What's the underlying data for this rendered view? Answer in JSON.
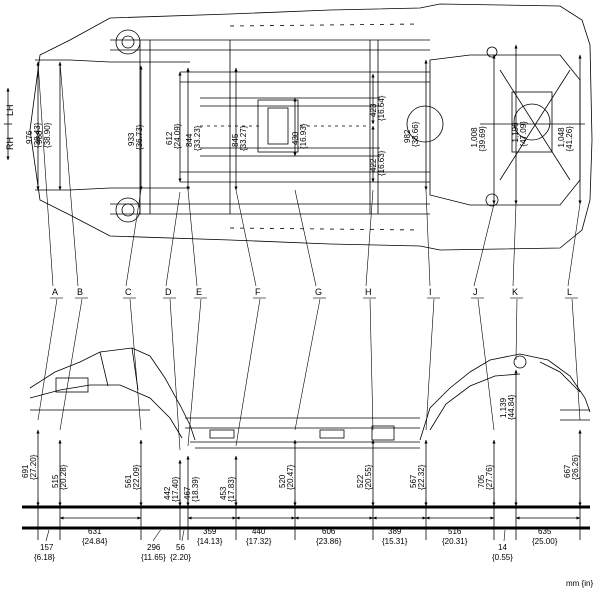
{
  "side_indicator": {
    "lh": "LH",
    "rh": "RH"
  },
  "unit_label": "mm {in}",
  "points": [
    {
      "id": "A",
      "height": "691",
      "height_in": "{27.20}"
    },
    {
      "id": "B",
      "height": "515",
      "height_in": "{20.28}"
    },
    {
      "id": "C",
      "height": "561",
      "height_in": "{22.09}"
    },
    {
      "id": "D",
      "height": "442",
      "height_in": "{17.40}"
    },
    {
      "id": "E",
      "height": "467",
      "height_in": "{18.39}"
    },
    {
      "id": "F",
      "height": "453",
      "height_in": "{17.83}"
    },
    {
      "id": "G",
      "height": "520",
      "height_in": "{20.47}"
    },
    {
      "id": "H",
      "height": "522",
      "height_in": "{20.55}"
    },
    {
      "id": "I",
      "height": "567",
      "height_in": "{22.32}"
    },
    {
      "id": "J",
      "height": "705",
      "height_in": "{27.76}"
    },
    {
      "id": "K",
      "height": "1,139",
      "height_in": "{44.84}"
    },
    {
      "id": "L",
      "height": "667",
      "height_in": "{26.26}"
    }
  ],
  "widths": [
    {
      "value": "976",
      "value_in": "{38.43}"
    },
    {
      "value": "988",
      "value_in": "{38.90}"
    },
    {
      "value": "933",
      "value_in": "{36.73}"
    },
    {
      "value": "612",
      "value_in": "{24.09}"
    },
    {
      "value": "844",
      "value_in": "{33.23}"
    },
    {
      "value": "845",
      "value_in": "{33.27}"
    },
    {
      "value": "430",
      "value_in": "{16.93}"
    },
    {
      "value": "423",
      "value_in": "{16.64}"
    },
    {
      "value": "422",
      "value_in": "{16.63}"
    },
    {
      "value": "982",
      "value_in": "{38.66}"
    },
    {
      "value": "1,008",
      "value_in": "{39.69}"
    },
    {
      "value": "1,196",
      "value_in": "{47.09}"
    },
    {
      "value": "1,048",
      "value_in": "{41.26}"
    }
  ],
  "spacings": [
    {
      "value": "157",
      "value_in": "{6.18}"
    },
    {
      "value": "631",
      "value_in": "{24.84}"
    },
    {
      "value": "296",
      "value_in": "{11.65}"
    },
    {
      "value": "56",
      "value_in": "{2.20}"
    },
    {
      "value": "359",
      "value_in": "{14.13}"
    },
    {
      "value": "440",
      "value_in": "{17.32}"
    },
    {
      "value": "606",
      "value_in": "{23.86}"
    },
    {
      "value": "389",
      "value_in": "{15.31}"
    },
    {
      "value": "516",
      "value_in": "{20.31}"
    },
    {
      "value": "14",
      "value_in": "{0.55}"
    },
    {
      "value": "635",
      "value_in": "{25.00}"
    }
  ]
}
